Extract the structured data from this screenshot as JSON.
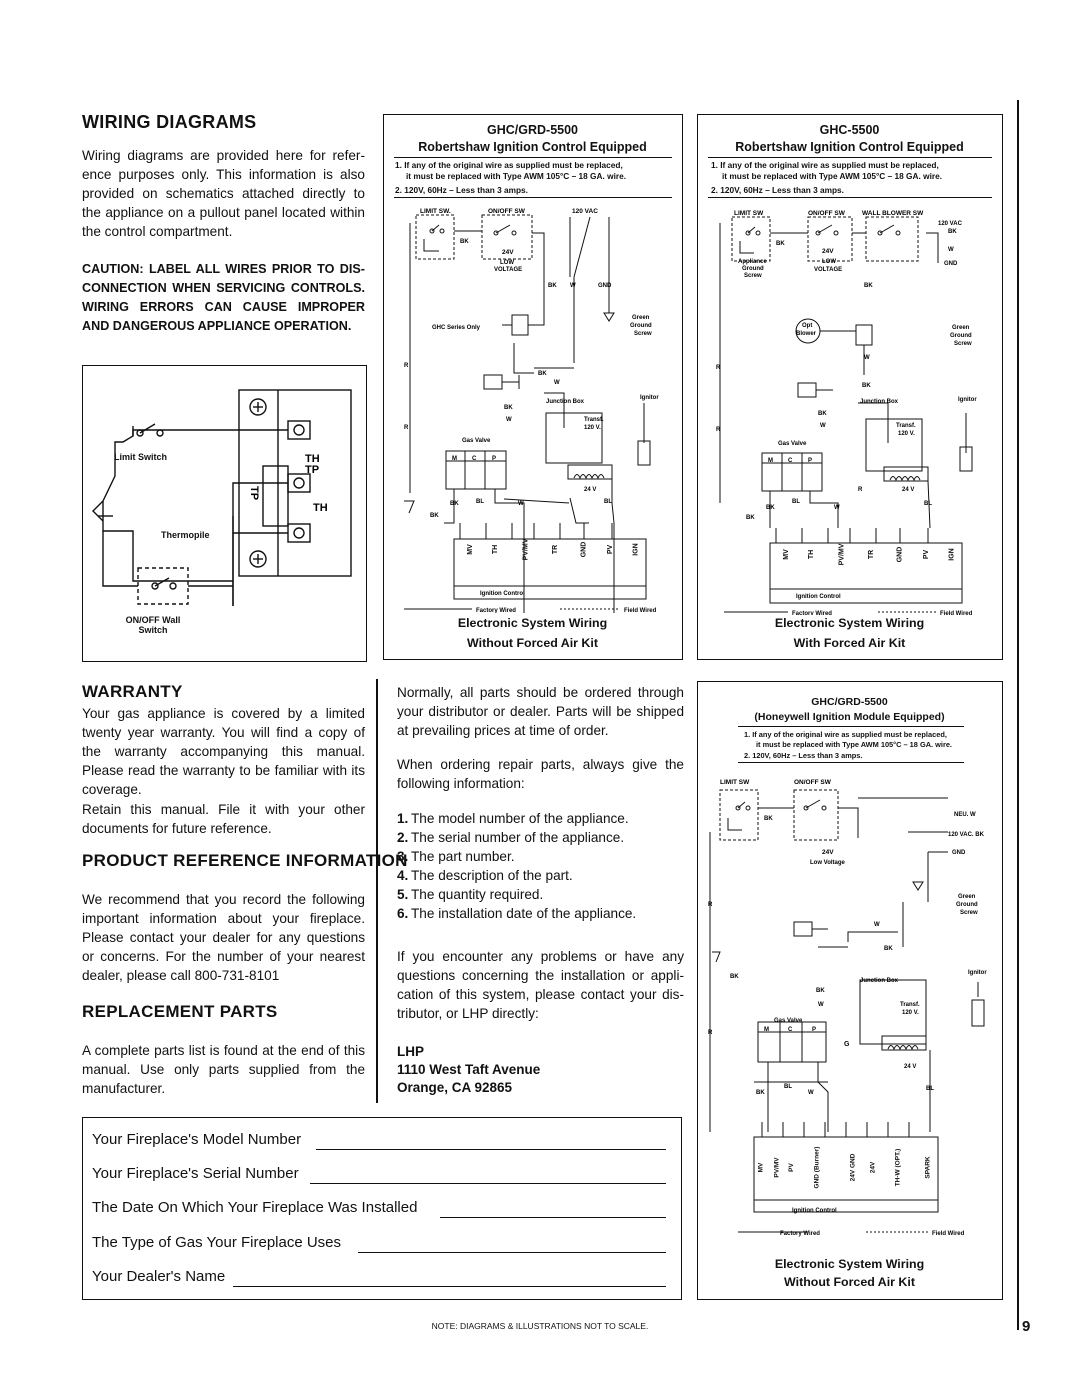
{
  "wiring": {
    "title": "WIRING DIAGRAMS",
    "intro": "Wiring diagrams are provided here for refer-ence purposes only. This information is also provided on schematics attached directly to the appliance on a pullout panel located within the control compartment.",
    "caution": "CAUTION: LABEL ALL WIRES PRIOR TO DIS-CONNECTION WHEN SERVICING CONTROLS. WIRING ERRORS CAN CAUSE IMPROPER AND DANGEROUS APPLIANCE OPERATION.",
    "mv_diagram": {
      "limit_switch": "Limit Switch",
      "thermopile": "Thermopile",
      "wall_switch": "ON/OFF Wall Switch",
      "th": "TH",
      "tp": "TP"
    }
  },
  "diagram_a": {
    "model": "GHC/GRD-5500",
    "subtitle": "Robertshaw Ignition Control Equipped",
    "note1a": "1. If any of the original wire as supplied must be replaced,",
    "note1b": "it must be replaced with Type AWM 105°C – 18 GA. wire.",
    "note2": "2. 120V, 60Hz – Less than 3 amps.",
    "caption1": "Electronic System Wiring",
    "caption2": "Without Forced Air Kit"
  },
  "diagram_b": {
    "model": "GHC-5500",
    "subtitle": "Robertshaw Ignition Control Equipped",
    "note1a": "1. If any of the original wire as supplied must be replaced,",
    "note1b": "it must be replaced with Type AWM 105°C – 18 GA. wire.",
    "note2": "2. 120V, 60Hz – Less than 3 amps.",
    "caption1": "Electronic System Wiring",
    "caption2": "With Forced Air Kit"
  },
  "diagram_c": {
    "model": "GHC/GRD-5500",
    "subtitle": "(Honeywell Ignition Module Equipped)",
    "note1a": "1. If any of the original wire as supplied must be replaced,",
    "note1b": "it must be replaced with Type AWM 105°C – 18 GA. wire.",
    "note2": "2. 120V, 60Hz – Less than 3 amps.",
    "caption1": "Electronic System Wiring",
    "caption2": "Without Forced Air Kit"
  },
  "labels": {
    "limit_sw": "LIMIT SW.",
    "limit_sw2": "LIMIT SW",
    "onoff_sw": "ON/OFF SW",
    "v120": "120 VAC",
    "wall_blower": "WALL BLOWER SW",
    "v24": "24V",
    "low": "LOW",
    "voltage": "VOLTAGE",
    "low_voltage": "Low Voltage",
    "bk": "BK",
    "w": "W",
    "r": "R",
    "bl": "BL",
    "gnd": "GND",
    "green": "Green",
    "ground": "Ground",
    "screw": "Screw",
    "ghc_only": "GHC Series Only",
    "junction": "Junction Box",
    "ignitor": "Ignitor",
    "transf": "Transf.",
    "v120b": "120 V.",
    "gas_valve": "Gas Valve",
    "m": "M",
    "c": "C",
    "p": "P",
    "v24b": "24 V",
    "ignition_control": "Ignition Control",
    "factory": "Factory Wired",
    "field": "Field Wired",
    "appliance": "Appliance",
    "ground2": "Ground",
    "screw2": "Screw",
    "opt": "Opt",
    "blower": "Blower",
    "neu": "NEU. W",
    "vac_bk": "120 VAC. BK",
    "vac_bk2": "120 VAC",
    "terms_a": [
      "MV",
      "TH",
      "PV/MV",
      "TR",
      "GND",
      "PV",
      "IGN"
    ],
    "terms_c": [
      "MV",
      "PV/MV",
      "PV",
      "GND (Burner)",
      "24V GND",
      "24V",
      "TH-W (OPT.)",
      "SPARK"
    ],
    "g": "G"
  },
  "warranty": {
    "title": "WARRANTY",
    "p1": "Your gas appliance is covered by a limited twenty year warranty. You will find a copy of the warranty accompanying this manual. Please read the warranty to be familiar with its coverage.",
    "p2": "Retain this manual. File it with your other documents for future reference."
  },
  "product_ref": {
    "title": "PRODUCT REFERENCE INFORMATION",
    "text": "We recommend that you record the following important information about your fireplace. Please contact your dealer for any questions or concerns. For the number of your nearest dealer, please call 800-731-8101"
  },
  "replacement": {
    "title": "REPLACEMENT PARTS",
    "text": "A complete parts list is found at the end of this manual. Use only parts supplied from the manufacturer."
  },
  "ordering": {
    "p1": "Normally, all parts should be ordered through your distributor or dealer. Parts will be shipped at prevailing prices at time of order.",
    "p2": "When ordering repair parts, always give the following information:",
    "items": [
      {
        "n": "1.",
        "t": "The model number of the appliance."
      },
      {
        "n": "2.",
        "t": "The serial number of the appliance."
      },
      {
        "n": "3.",
        "t": "The part number."
      },
      {
        "n": "4.",
        "t": "The description of the part."
      },
      {
        "n": "5.",
        "t": "The quantity required."
      },
      {
        "n": "6.",
        "t": "The installation date of the appliance."
      }
    ],
    "p3": "If you encounter any problems or have any questions concerning the installation or appli-cation of this system, please contact your dis-tributor, or LHP directly:",
    "company": "LHP",
    "street": "1110 West Taft Avenue",
    "city": "Orange, CA  92865"
  },
  "fields": {
    "model": "Your Fireplace's Model Number",
    "serial": "Your Fireplace's Serial Number",
    "date": "The Date On Which Your Fireplace Was Installed",
    "gas": "The Type of Gas Your Fireplace Uses",
    "dealer": "Your Dealer's Name"
  },
  "footer": {
    "note": "NOTE: DIAGRAMS & ILLUSTRATIONS NOT TO SCALE.",
    "page": "9"
  }
}
